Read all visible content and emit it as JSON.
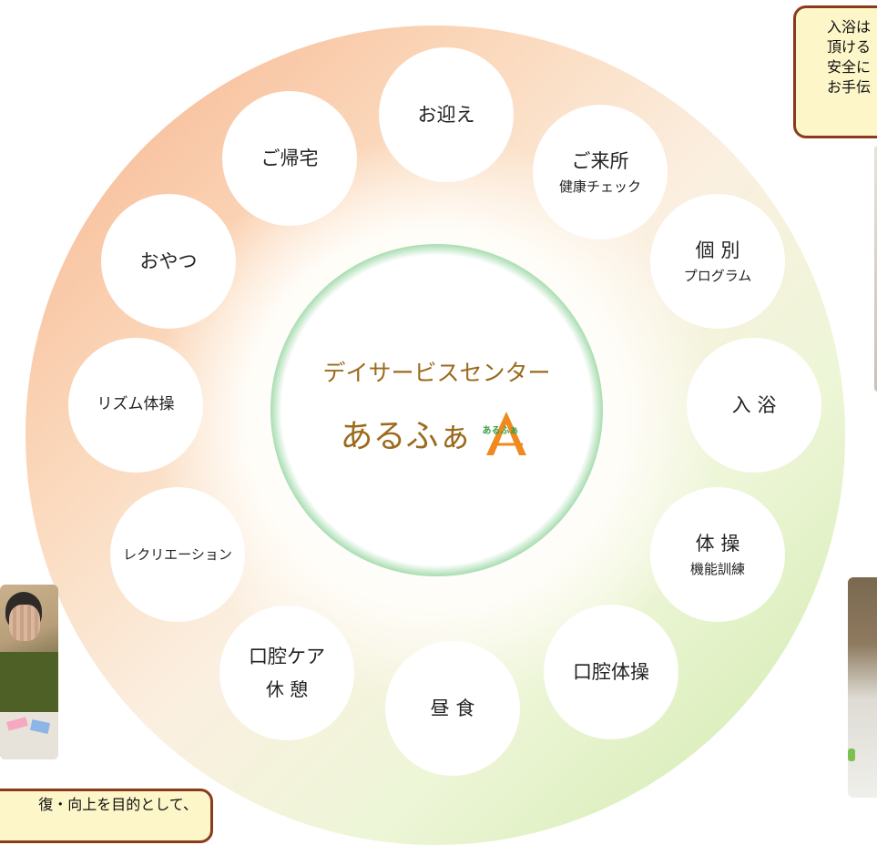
{
  "center": {
    "title": "デイサービスセンター",
    "brand": "あるふぁ",
    "logo_small_text": "あるふぁ"
  },
  "steps": [
    {
      "l1": "お迎え",
      "l2": ""
    },
    {
      "l1": "ご来所",
      "l2": "健康チェック"
    },
    {
      "l1": "個 別",
      "l2": "プログラム"
    },
    {
      "l1": "入 浴",
      "l2": ""
    },
    {
      "l1": "体 操",
      "l2": "機能訓練"
    },
    {
      "l1": "口腔体操",
      "l2": ""
    },
    {
      "l1": "昼 食",
      "l2": ""
    },
    {
      "l1": "口腔ケア",
      "l2": "休 憩"
    },
    {
      "l1": "レクリエーション",
      "l2": ""
    },
    {
      "l1": "リズム体操",
      "l2": ""
    },
    {
      "l1": "おやつ",
      "l2": ""
    },
    {
      "l1": "ご帰宅",
      "l2": ""
    }
  ],
  "callouts": {
    "top_right": [
      "入浴は",
      "頂ける",
      "安全に",
      "お手伝"
    ],
    "bottom_left": "復・向上を目的として、"
  },
  "colors": {
    "orange_ring": "#f7a640",
    "green_ring": "#3fae5c",
    "brand_text": "#9b6a1d",
    "callout_border": "#8a3b1b",
    "callout_fill": "#fdf6c9"
  }
}
